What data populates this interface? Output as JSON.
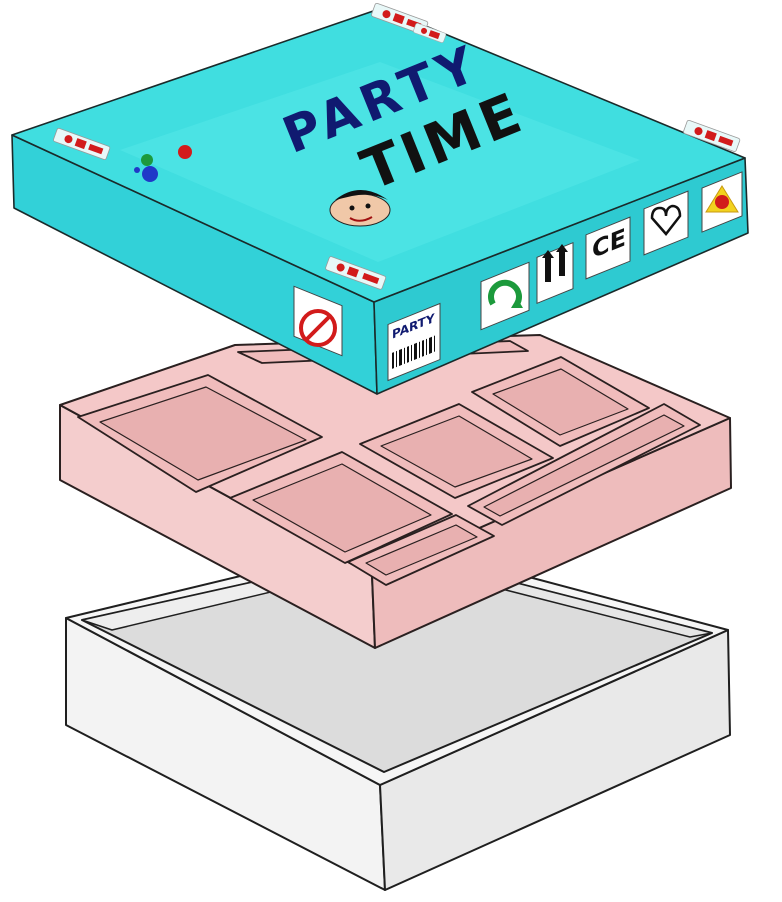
{
  "lid": {
    "color_top": "#3fe0e0",
    "color_front": "#2fcfd6",
    "color_side": "#33d4da",
    "title_line1": "PARTY",
    "title_line2": "TIME",
    "spine_title": "PARTY",
    "title_colors": {
      "blue": "#101a70",
      "red": "#d21b1b",
      "black": "#111111"
    },
    "corner_figures": 5,
    "marks": [
      {
        "kind": "no-small-parts-icon"
      },
      {
        "kind": "recycle-icon"
      },
      {
        "kind": "this-way-up-icon"
      },
      {
        "kind": "ce-mark",
        "text": "CE"
      },
      {
        "kind": "safety-heart-icon"
      },
      {
        "kind": "toy-safety-icon"
      }
    ]
  },
  "tray": {
    "color": "#f2c4c4",
    "stroke": "#2a2020"
  },
  "base": {
    "color_outer": "#f4f4f4",
    "color_floor": "#dcdcdc",
    "stroke": "#1f1f1f"
  }
}
